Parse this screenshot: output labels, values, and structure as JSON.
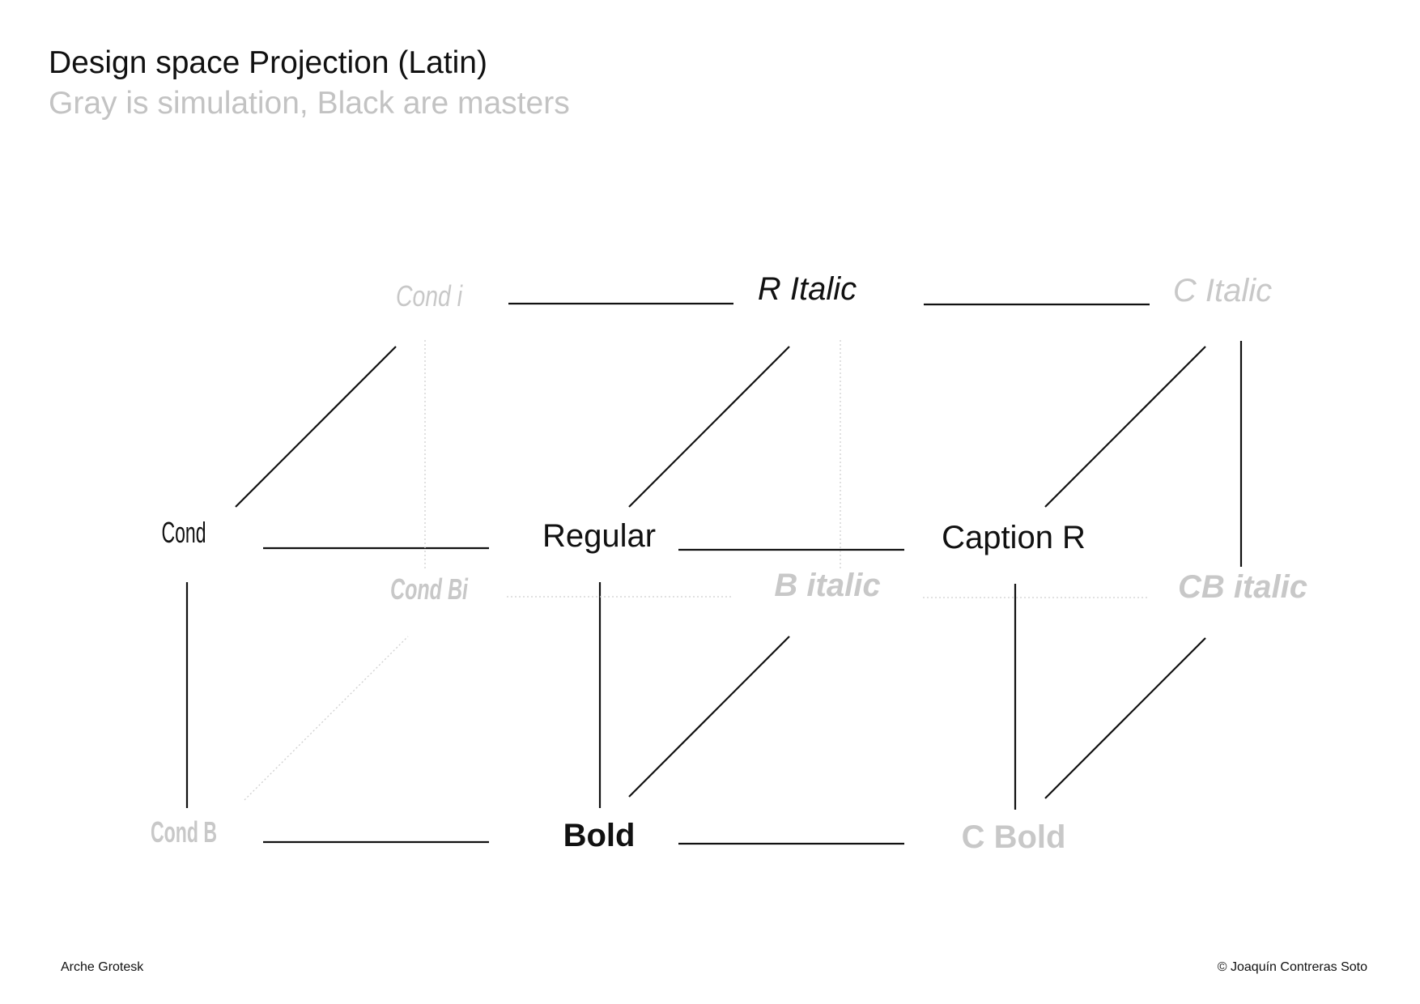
{
  "header": {
    "title": "Design space Projection (Latin)",
    "subtitle": "Gray is simulation, Black are masters"
  },
  "footer": {
    "left": "Arche Grotesk",
    "right": "© Joaquín Contreras Soto"
  },
  "colors": {
    "master": "#111111",
    "simulation": "#c8c8c8",
    "edge_hidden": "#cfcfcf"
  },
  "nodes": [
    {
      "id": "cond-i",
      "label": "Cond i",
      "type": "simulation",
      "style": "condensed-italic"
    },
    {
      "id": "r-italic",
      "label": "R Italic",
      "type": "master",
      "style": "italic"
    },
    {
      "id": "c-italic",
      "label": "C Italic",
      "type": "simulation",
      "style": "italic"
    },
    {
      "id": "cond",
      "label": "Cond",
      "type": "master",
      "style": "condensed"
    },
    {
      "id": "regular",
      "label": "Regular",
      "type": "master",
      "style": "regular"
    },
    {
      "id": "caption-r",
      "label": "Caption R",
      "type": "master",
      "style": "regular"
    },
    {
      "id": "cond-bi",
      "label": "Cond Bi",
      "type": "simulation",
      "style": "condensed-bold-italic"
    },
    {
      "id": "b-italic",
      "label": "B italic",
      "type": "simulation",
      "style": "bold-italic"
    },
    {
      "id": "cb-italic",
      "label": "CB italic",
      "type": "simulation",
      "style": "bold-italic"
    },
    {
      "id": "cond-b",
      "label": "Cond B",
      "type": "simulation",
      "style": "condensed-bold"
    },
    {
      "id": "bold",
      "label": "Bold",
      "type": "master",
      "style": "bold"
    },
    {
      "id": "c-bold",
      "label": "C Bold",
      "type": "simulation",
      "style": "bold"
    }
  ],
  "edges": [
    {
      "from": "cond-i",
      "to": "r-italic",
      "kind": "solid"
    },
    {
      "from": "r-italic",
      "to": "c-italic",
      "kind": "solid"
    },
    {
      "from": "cond",
      "to": "cond-i",
      "kind": "solid"
    },
    {
      "from": "regular",
      "to": "r-italic",
      "kind": "solid"
    },
    {
      "from": "caption-r",
      "to": "c-italic",
      "kind": "solid"
    },
    {
      "from": "c-italic",
      "to": "cb-italic",
      "kind": "solid"
    },
    {
      "from": "cond",
      "to": "regular",
      "kind": "solid"
    },
    {
      "from": "regular",
      "to": "caption-r",
      "kind": "solid"
    },
    {
      "from": "cond",
      "to": "cond-b",
      "kind": "solid"
    },
    {
      "from": "regular",
      "to": "bold",
      "kind": "solid"
    },
    {
      "from": "caption-r",
      "to": "c-bold",
      "kind": "solid"
    },
    {
      "from": "bold",
      "to": "b-italic",
      "kind": "solid"
    },
    {
      "from": "c-bold",
      "to": "cb-italic",
      "kind": "solid"
    },
    {
      "from": "cond-b",
      "to": "bold",
      "kind": "solid"
    },
    {
      "from": "bold",
      "to": "c-bold",
      "kind": "solid"
    },
    {
      "from": "cond-i",
      "to": "cond-bi",
      "kind": "dotted"
    },
    {
      "from": "r-italic",
      "to": "b-italic",
      "kind": "dotted"
    },
    {
      "from": "cond-bi",
      "to": "b-italic",
      "kind": "dotted"
    },
    {
      "from": "b-italic",
      "to": "cb-italic",
      "kind": "dotted"
    },
    {
      "from": "cond-b",
      "to": "cond-bi",
      "kind": "dotted"
    }
  ]
}
